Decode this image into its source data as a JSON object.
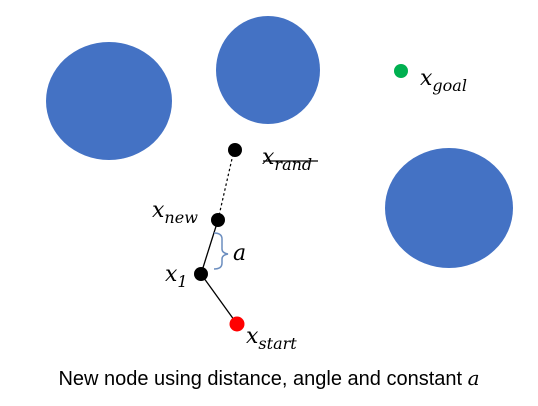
{
  "colors": {
    "obstacle": "#4472C4",
    "node": "#000000",
    "goal": "#00B050",
    "start": "#FF0000",
    "brace": "#6C8EBF",
    "background": "#FFFFFF"
  },
  "labels": {
    "goal_main": "x",
    "goal_sub": "goal",
    "rand_main": "x",
    "rand_sub": "rand",
    "new_main": "x",
    "new_sub": "new",
    "one_main": "x",
    "one_sub": "1",
    "start_main": "x",
    "start_sub": "start",
    "step": "a"
  },
  "caption": {
    "text": "New node using distance, angle and constant",
    "symbol": "a"
  },
  "icons": {
    "brace": "right-curly-brace-icon"
  }
}
